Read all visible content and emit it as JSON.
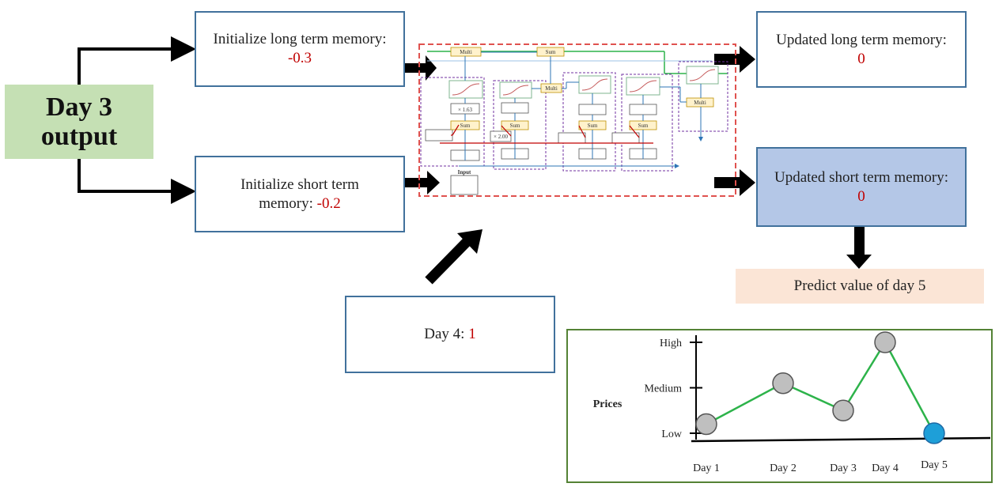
{
  "day3": {
    "line1": "Day 3",
    "line2": "output"
  },
  "long_init": {
    "text": "Initialize long term memory:",
    "value": "-0.3"
  },
  "short_init": {
    "text_a": "Initialize short term",
    "text_b": "memory: ",
    "value": "-0.2"
  },
  "long_updated": {
    "text": "Updated long term memory:",
    "value": "0"
  },
  "short_updated": {
    "text": "Updated short term memory:",
    "value": "0"
  },
  "day4": {
    "label": "Day 4: ",
    "value": "1"
  },
  "predict": {
    "text": "Predict value of day 5"
  },
  "lstm": {
    "multi_label": "Multi",
    "sum_label": "Sum",
    "scale_1": "× 1.63",
    "scale_2": "× 2.00",
    "input_label": "Input"
  },
  "colors": {
    "green_box": "#c5e0b4",
    "blue_box": "#b4c7e7",
    "peach_box": "#fbe5d6",
    "value_red": "#c00000",
    "border_blue": "#41719c",
    "chart_border": "#548235",
    "chart_line": "#2db34a"
  },
  "chart_data": {
    "type": "line",
    "categories": [
      "Day 1",
      "Day 2",
      "Day 3",
      "Day 4",
      "Day 5"
    ],
    "series": [
      {
        "values": [
          0.1,
          0.55,
          0.25,
          1.0,
          0.0
        ]
      }
    ],
    "y_ticks": [
      {
        "label": "Low",
        "value": 0
      },
      {
        "label": "Medium",
        "value": 0.5
      },
      {
        "label": "High",
        "value": 1
      }
    ],
    "ylabel": "Prices",
    "highlight_index": 4,
    "ylim": [
      0,
      1
    ]
  }
}
